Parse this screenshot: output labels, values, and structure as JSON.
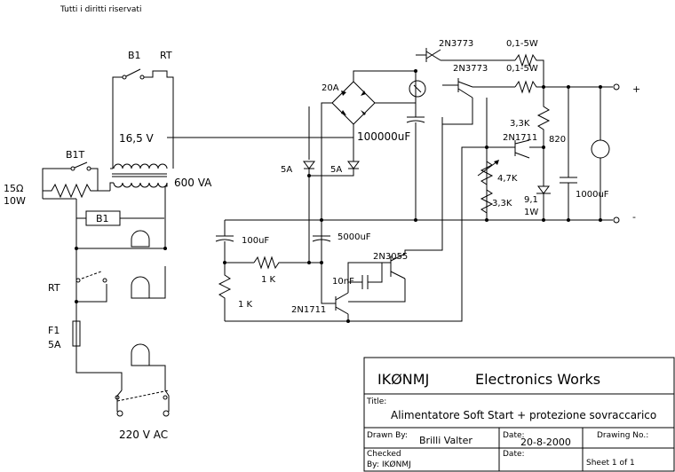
{
  "header_note": "Tutti i diritti riservati",
  "labels": {
    "b1_top": "B1",
    "rt_top": "RT",
    "b1t": "B1T",
    "r_15": "15Ω",
    "r_10w": "10W",
    "b1_box": "B1",
    "rt_left": "RT",
    "f1": "F1",
    "f1_5a": "5A",
    "mains": "220 V AC",
    "v_16_5": "16,5 V",
    "va_600": "600 VA",
    "bridge_20a": "20A",
    "cap_100000": "100000uF",
    "d_5a_left": "5A",
    "d_5a_right": "5A",
    "c_100uf": "100uF",
    "c_5000uf": "5000uF",
    "r_1k_a": "1 K",
    "r_1k_b": "1 K",
    "c_10nf": "10nF",
    "q_2n3055": "2N3055",
    "q_2n1711_low": "2N1711",
    "q_2n3773_a": "2N3773",
    "q_2n3773_b": "2N3773",
    "r_01_5w_a": "0,1-5W",
    "r_01_5w_b": "0,1-5W",
    "r_3_3k_a": "3,3K",
    "q_2n1711_high": "2N1711",
    "r_820": "820",
    "r_4_7k": "4,7K",
    "r_3_3k_b": "3,3K",
    "z_9_1": "9,1",
    "z_1w": "1W",
    "c_1000uf": "1000uF",
    "out_plus": "+",
    "out_minus": "-"
  },
  "title_block": {
    "company": "IKØNMJ",
    "works": "Electronics Works",
    "title_label": "Title:",
    "title": "Alimentatore Soft Start + protezione sovraccarico",
    "drawn_label": "Drawn By:",
    "drawn_by": "Brilli Valter",
    "date_label": "Date:",
    "date": "20-8-2000",
    "drawing_label": "Drawing No.:",
    "checked_label": "Checked",
    "by_label": "By:",
    "checked_by": "IKØNMJ",
    "date2_label": "Date:",
    "sheet": "Sheet 1 of 1"
  }
}
